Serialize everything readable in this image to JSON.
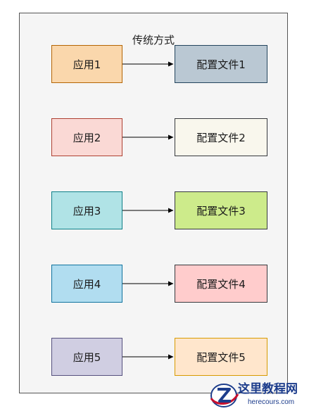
{
  "diagram": {
    "title": "传统方式",
    "rows": [
      {
        "app": {
          "label": "应用1",
          "fill": "#fad7ac",
          "stroke": "#b46504"
        },
        "config": {
          "label": "配置文件1",
          "fill": "#bac8d3",
          "stroke": "#23445d"
        }
      },
      {
        "app": {
          "label": "应用2",
          "fill": "#fad9d5",
          "stroke": "#ae4132"
        },
        "config": {
          "label": "配置文件2",
          "fill": "#f9f7ed",
          "stroke": "#36393d"
        }
      },
      {
        "app": {
          "label": "应用3",
          "fill": "#b0e3e6",
          "stroke": "#0e8088"
        },
        "config": {
          "label": "配置文件3",
          "fill": "#cdeb8b",
          "stroke": "#36393d"
        }
      },
      {
        "app": {
          "label": "应用4",
          "fill": "#b1ddf0",
          "stroke": "#10739e"
        },
        "config": {
          "label": "配置文件4",
          "fill": "#ffcccc",
          "stroke": "#36393d"
        }
      },
      {
        "app": {
          "label": "应用5",
          "fill": "#d0cee2",
          "stroke": "#56517e"
        },
        "config": {
          "label": "配置文件5",
          "fill": "#ffe6cc",
          "stroke": "#d79b00"
        }
      }
    ],
    "edge_color": "#000000"
  },
  "watermark": {
    "logo_icon": "z-globe-logo-icon",
    "title": "这里教程网",
    "url": "herecours.com",
    "color": "#1d3d8c"
  }
}
